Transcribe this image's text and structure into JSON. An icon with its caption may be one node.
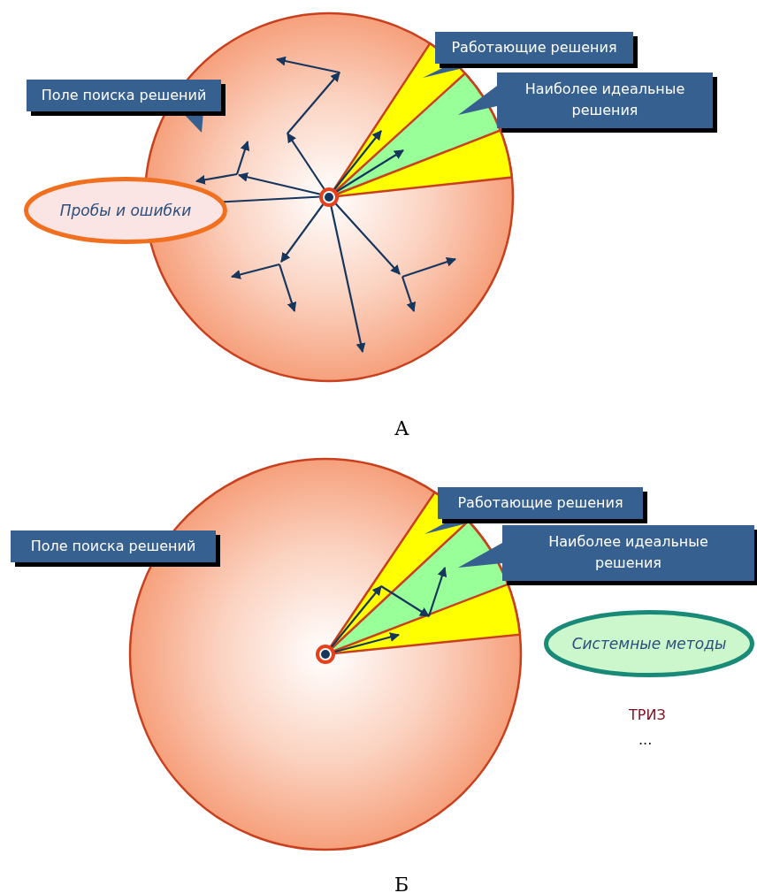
{
  "diagram": {
    "nodes": [
      {
        "text": [
          "Поле поиска решений"
        ]
      },
      {
        "text": [
          "Работающие решения"
        ]
      },
      {
        "text": [
          "Наиболее идеальные решения"
        ]
      },
      {
        "text": [
          "Пробы и ошибки"
        ]
      },
      {
        "text": [
          "Работающие решения"
        ]
      },
      {
        "text": [
          "Поле поиска решений"
        ]
      },
      {
        "text": [
          "Наиболее идеальные решения"
        ]
      },
      {
        "text": [
          "Системные методы"
        ]
      }
    ],
    "labels": [
      "А",
      "ТРИЗ",
      "...",
      "Б"
    ]
  }
}
